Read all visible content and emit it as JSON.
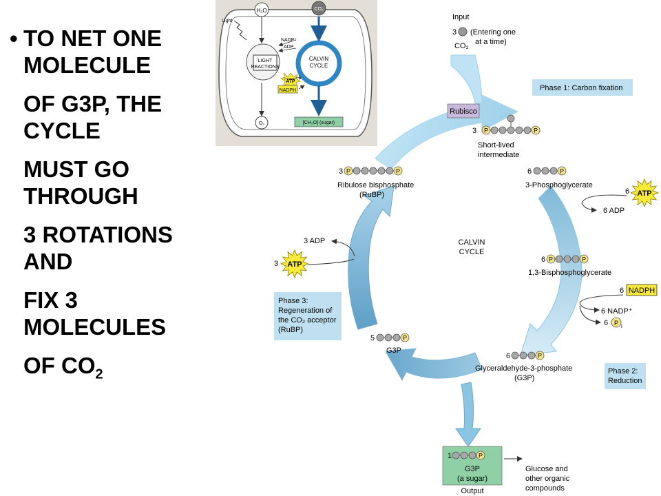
{
  "bullet": {
    "marker": "•",
    "lines": [
      "TO NET ONE",
      "MOLECULE",
      "OF G3P, THE",
      "CYCLE",
      "MUST GO",
      "THROUGH",
      "3 ROTATIONS",
      "AND",
      "FIX 3",
      "MOLECULES"
    ],
    "last_line_text": "OF CO",
    "last_line_sub": "2"
  },
  "inset": {
    "h2o": "H₂O",
    "co2": "CO₂",
    "light": "Light",
    "nadp": "NADP⁺",
    "adp": "ADP",
    "light_reactions": [
      "LIGHT",
      "REACTIONS"
    ],
    "atp": "ATP",
    "nadph": "NADPH",
    "calvin_cycle": [
      "CALVIN",
      "CYCLE"
    ],
    "o2": "O₂",
    "sugar": "[CH₂O] (sugar)"
  },
  "cycle": {
    "input_title": "Input",
    "input_count": "3",
    "input_desc": [
      "(Entering one",
      "at a time)"
    ],
    "input_co2": "CO₂",
    "phase1": "Phase 1: Carbon fixation",
    "rubisco": "Rubisco",
    "intermediate_count": "3",
    "intermediate": [
      "Short-lived",
      "intermediate"
    ],
    "rubp_count": "3",
    "rubp": [
      "Ribulose bisphosphate",
      "(RuBP)"
    ],
    "pga_count": "6",
    "pga": "3-Phosphoglycerate",
    "atp_in_count": "6",
    "atp_label": "ATP",
    "adp_out": "6 ADP",
    "center": [
      "CALVIN",
      "CYCLE"
    ],
    "bpg_count": "6",
    "bpg": "1,3-Bisphosphoglycerate",
    "nadph_count": "6",
    "nadph": "NADPH",
    "nadp_out": "6 NADP⁺",
    "pi_count": "6",
    "pi_sub": "i",
    "adp3": "3 ADP",
    "atp3_count": "3",
    "phase3": [
      "Phase 3:",
      "Regeneration of",
      "the CO₂ acceptor",
      "(RuBP)"
    ],
    "g3p5_count": "5",
    "g3p5": "G3P",
    "g3p6_count": "6",
    "g3p6": [
      "Glyceraldehyde-3-phosphate",
      "(G3P)"
    ],
    "phase2": [
      "Phase 2:",
      "Reduction"
    ],
    "out_count": "1",
    "out_g3p": [
      "G3P",
      "(a sugar)"
    ],
    "output": "Output",
    "glucose": [
      "Glucose and",
      "other organic",
      "compounds"
    ],
    "p": "P"
  },
  "colors": {
    "arrow_light": "#bfe3f4",
    "arrow_mid": "#8cc5e2",
    "arrow_dark": "#5fa3c9",
    "phase_box": "#bfe0f0",
    "rubisco_box": "#c7b8dc",
    "output_box": "#8fd0a6",
    "phosphate": "#f5e48a",
    "atp_star": "#f7ea3a",
    "inset_bg": "#e4dfd6",
    "inset_calvin": "#2f86c2"
  }
}
